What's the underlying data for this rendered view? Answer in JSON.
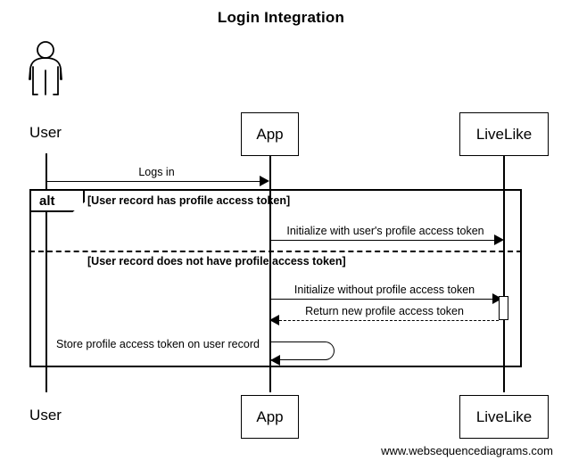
{
  "title": "Login Integration",
  "watermark": "www.websequencediagrams.com",
  "participants": [
    {
      "id": "user",
      "label": "User",
      "type": "actor",
      "bottom_label": "User"
    },
    {
      "id": "app",
      "label": "App",
      "type": "participant",
      "bottom_label": "App"
    },
    {
      "id": "livelike",
      "label": "LiveLike",
      "type": "participant",
      "bottom_label": "LiveLike"
    }
  ],
  "messages": [
    {
      "id": "m1",
      "text": "Logs in",
      "from": "user",
      "to": "app",
      "style": "solid",
      "arrow": "right"
    },
    {
      "id": "m2",
      "text": "Initialize with user's profile access token",
      "from": "app",
      "to": "livelike",
      "style": "solid",
      "arrow": "right"
    },
    {
      "id": "m3",
      "text": "Initialize without profile access token",
      "from": "app",
      "to": "livelike",
      "style": "solid",
      "arrow": "right"
    },
    {
      "id": "m4",
      "text": "Return new profile access token",
      "from": "livelike",
      "to": "app",
      "style": "dashed",
      "arrow": "left"
    },
    {
      "id": "m5",
      "text": "Store profile access token on user record",
      "from": "app",
      "to": "app",
      "style": "solid",
      "arrow": "left"
    }
  ],
  "fragment": {
    "operator": "alt",
    "guards": [
      "[User record has profile access token]",
      "[User record does not have profile access token]"
    ]
  },
  "colors": {
    "stroke": "#000000",
    "background": "#ffffff"
  }
}
